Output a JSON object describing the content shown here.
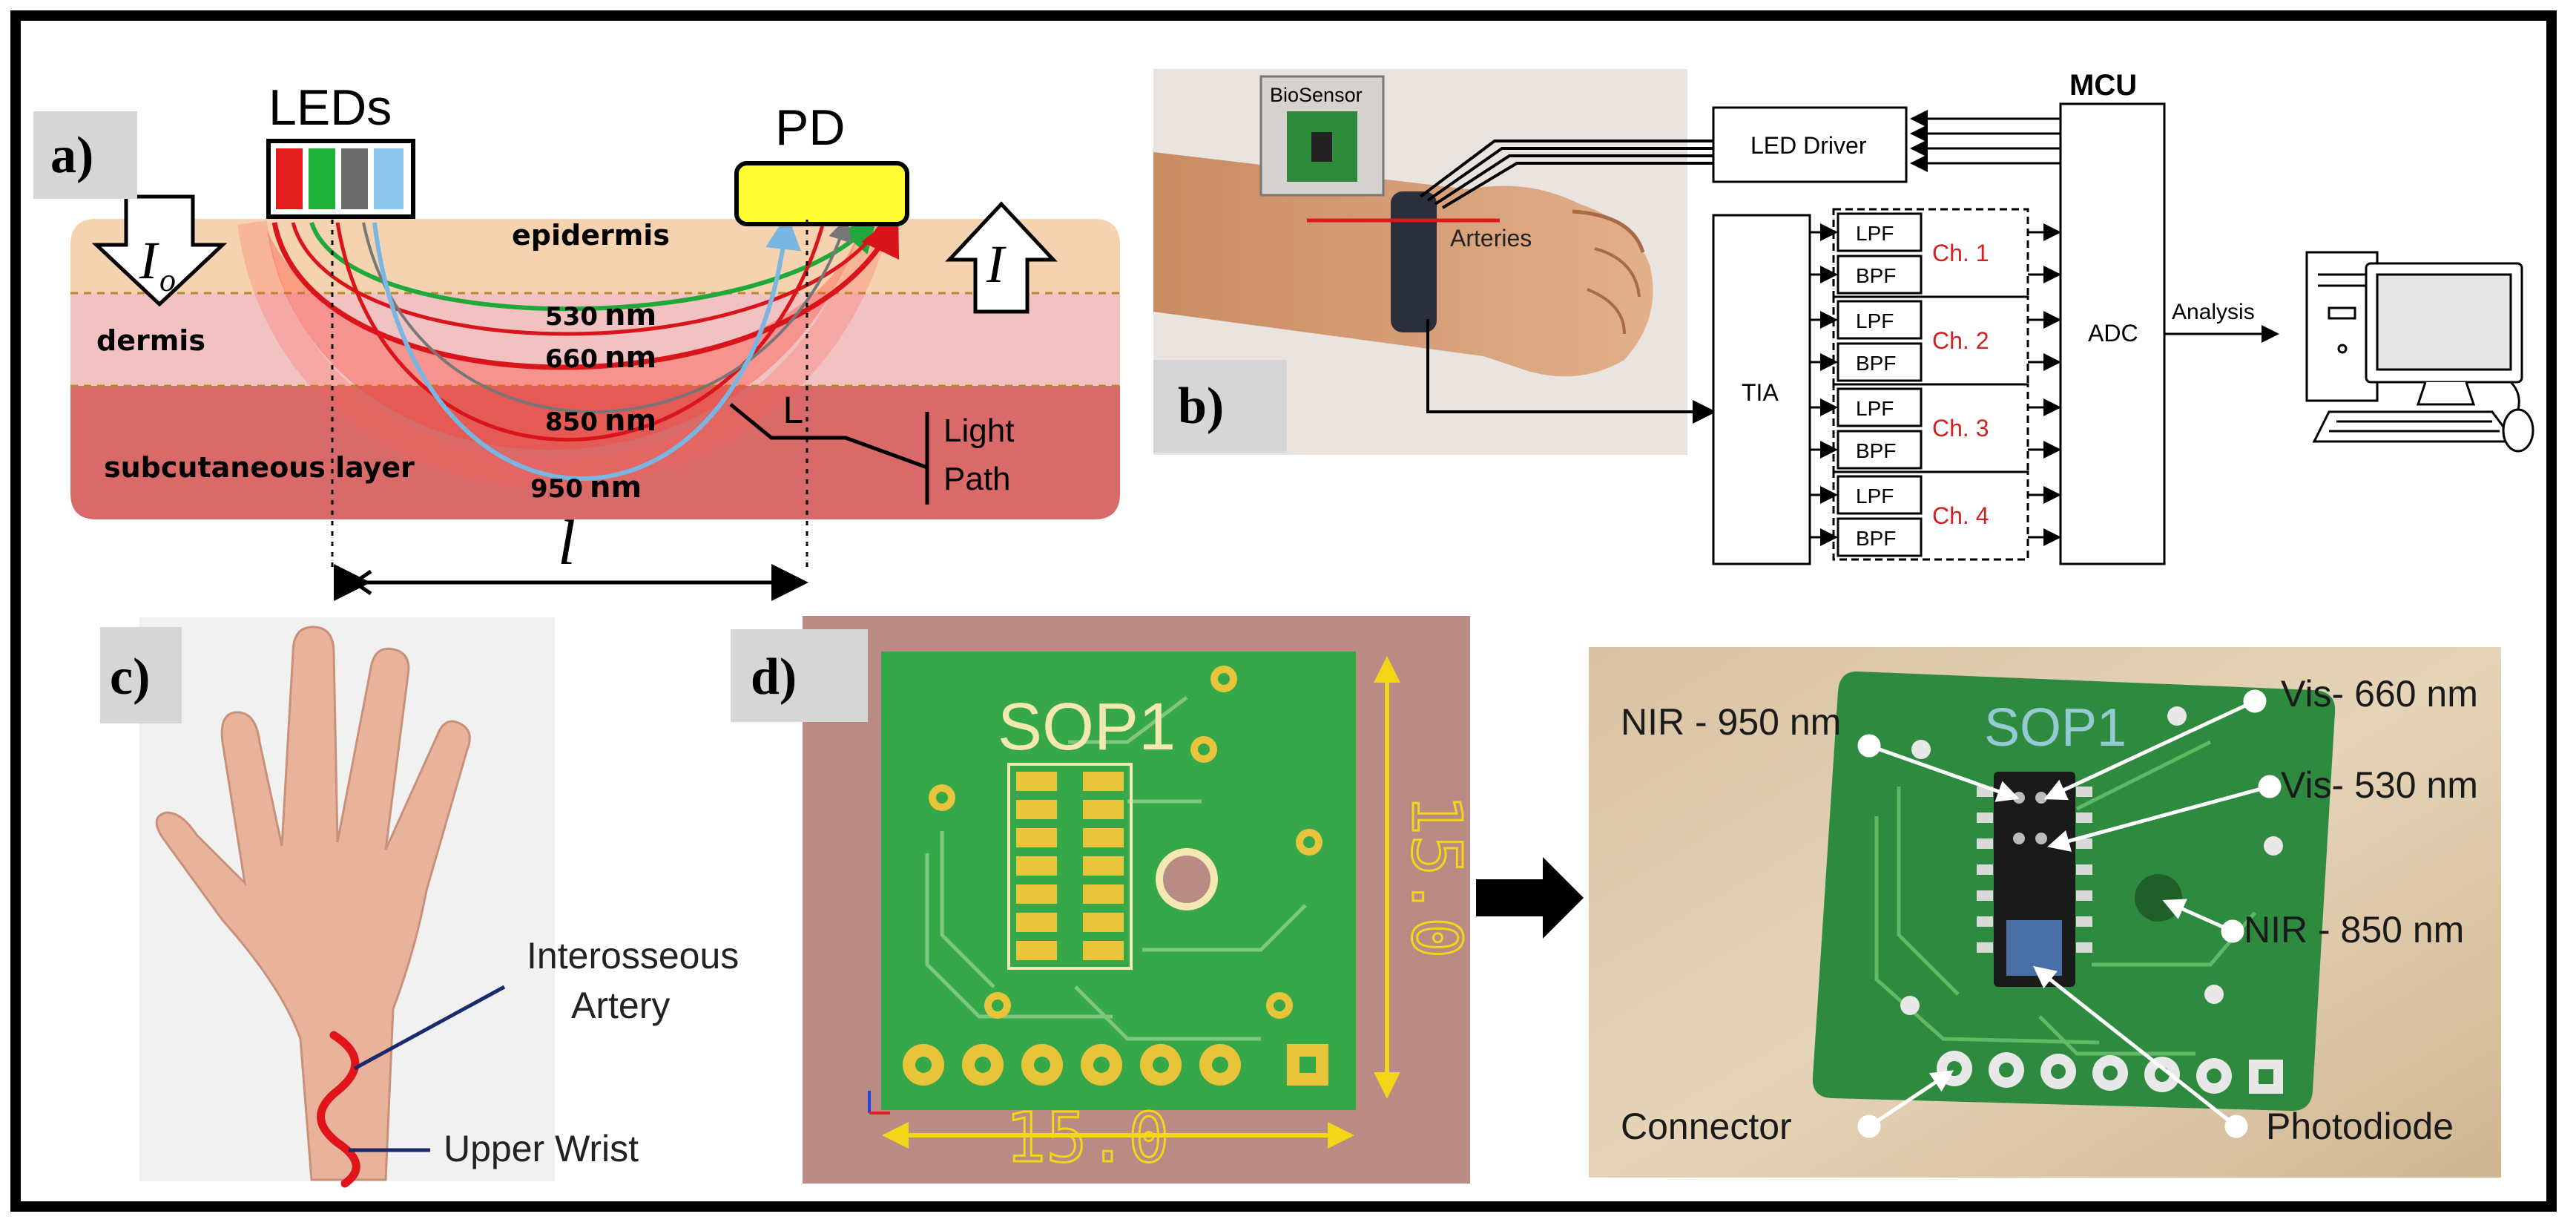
{
  "panel_a": {
    "label": "a)",
    "leds_label": "LEDs",
    "pd_label": "PD",
    "io_symbol": "I",
    "io_sub": "o",
    "i_symbol": "I",
    "layer_epidermis": "epidermis",
    "layer_dermis": "dermis",
    "layer_subcutaneous": "subcutaneous layer",
    "wl_530": "530",
    "wl_660": "660",
    "wl_850": "850",
    "wl_950": "950",
    "nm_unit": "nm",
    "path_letter": "L",
    "light_path_line1": "Light",
    "light_path_line2": "Path",
    "distance_symbol": "l",
    "led_colors": [
      "#e11d1d",
      "#1fb33a",
      "#6b6b6b",
      "#8ec8ee"
    ],
    "layer_colors": {
      "epidermis": "#f6d3b0",
      "dermis": "#f2c2c2",
      "subcutaneous": "#d96a6a"
    }
  },
  "panel_b": {
    "label": "b)",
    "biosensor_label": "BioSensor",
    "arteries_label": "Arteries",
    "mcu_label": "MCU",
    "led_driver_label": "LED Driver",
    "tia_label": "TIA",
    "adc_label": "ADC",
    "analysis_label": "Analysis",
    "channels": [
      {
        "lpf": "LPF",
        "bpf": "BPF",
        "name": "Ch. 1"
      },
      {
        "lpf": "LPF",
        "bpf": "BPF",
        "name": "Ch. 2"
      },
      {
        "lpf": "LPF",
        "bpf": "BPF",
        "name": "Ch. 3"
      },
      {
        "lpf": "LPF",
        "bpf": "BPF",
        "name": "Ch. 4"
      }
    ],
    "channel_color": "#d32020"
  },
  "panel_c": {
    "label": "c)",
    "artery_line1": "Interosseous",
    "artery_line2": "Artery",
    "wrist_label": "Upper Wrist"
  },
  "panel_d": {
    "label": "d)",
    "chip_label_left": "SOP1",
    "chip_label_right": "SOP1",
    "dim_vertical": "15.0",
    "dim_horizontal": "15.0",
    "labels": {
      "nir950": "NIR - 950 nm",
      "vis660": "Vis- 660 nm",
      "vis530": "Vis- 530 nm",
      "nir850": "NIR - 850 nm",
      "connector": "Connector",
      "photodiode": "Photodiode"
    }
  }
}
